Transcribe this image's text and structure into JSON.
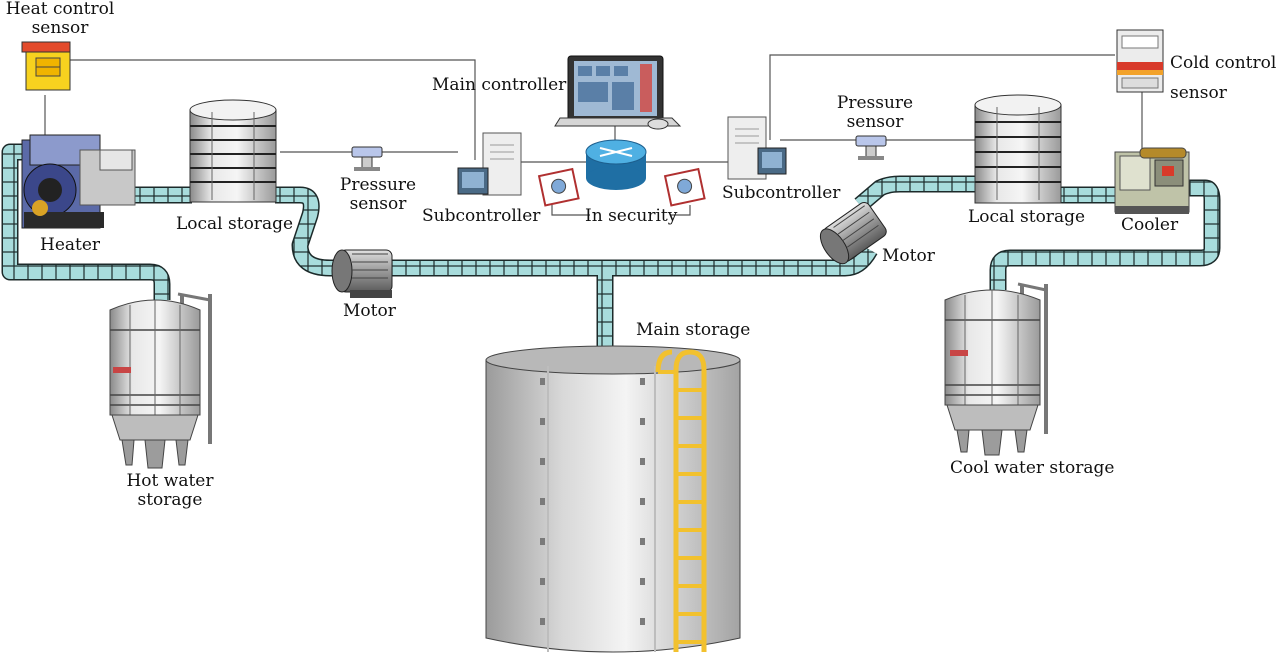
{
  "diagram": {
    "labels": {
      "heat_control_sensor": "Heat control\nsensor",
      "heater": "Heater",
      "local_storage_left": "Local storage",
      "pressure_sensor_left": "Pressure\nsensor",
      "main_controller": "Main controller",
      "subcontroller_left": "Subcontroller",
      "in_security": "In security",
      "subcontroller_right": "Subcontroller",
      "pressure_sensor_right": "Pressure\nsensor",
      "local_storage_right": "Local storage",
      "cold_control_sensor": "Cold control\nsensor",
      "cooler": "Cooler",
      "motor_left": "Motor",
      "motor_right": "Motor",
      "main_storage": "Main storage",
      "hot_water_storage": "Hot water\nstorage",
      "cool_water_storage": "Cool water storage"
    },
    "colors": {
      "pipe": "#9fd6d6",
      "pipe_outline": "#1c2a2a",
      "tank": "#d9d9d9",
      "ladder": "#f2c12e",
      "sensor_yellow": "#f7d21f",
      "router": "#2f8fc9",
      "cooler_red": "#d83a2a"
    },
    "icons": [
      "heater-icon",
      "tank-icon",
      "pressure-sensor-icon",
      "server-icon",
      "router-icon",
      "computer-icon",
      "motor-icon",
      "cooler-icon",
      "cooling-tower-icon",
      "security-certificate-icon"
    ]
  }
}
